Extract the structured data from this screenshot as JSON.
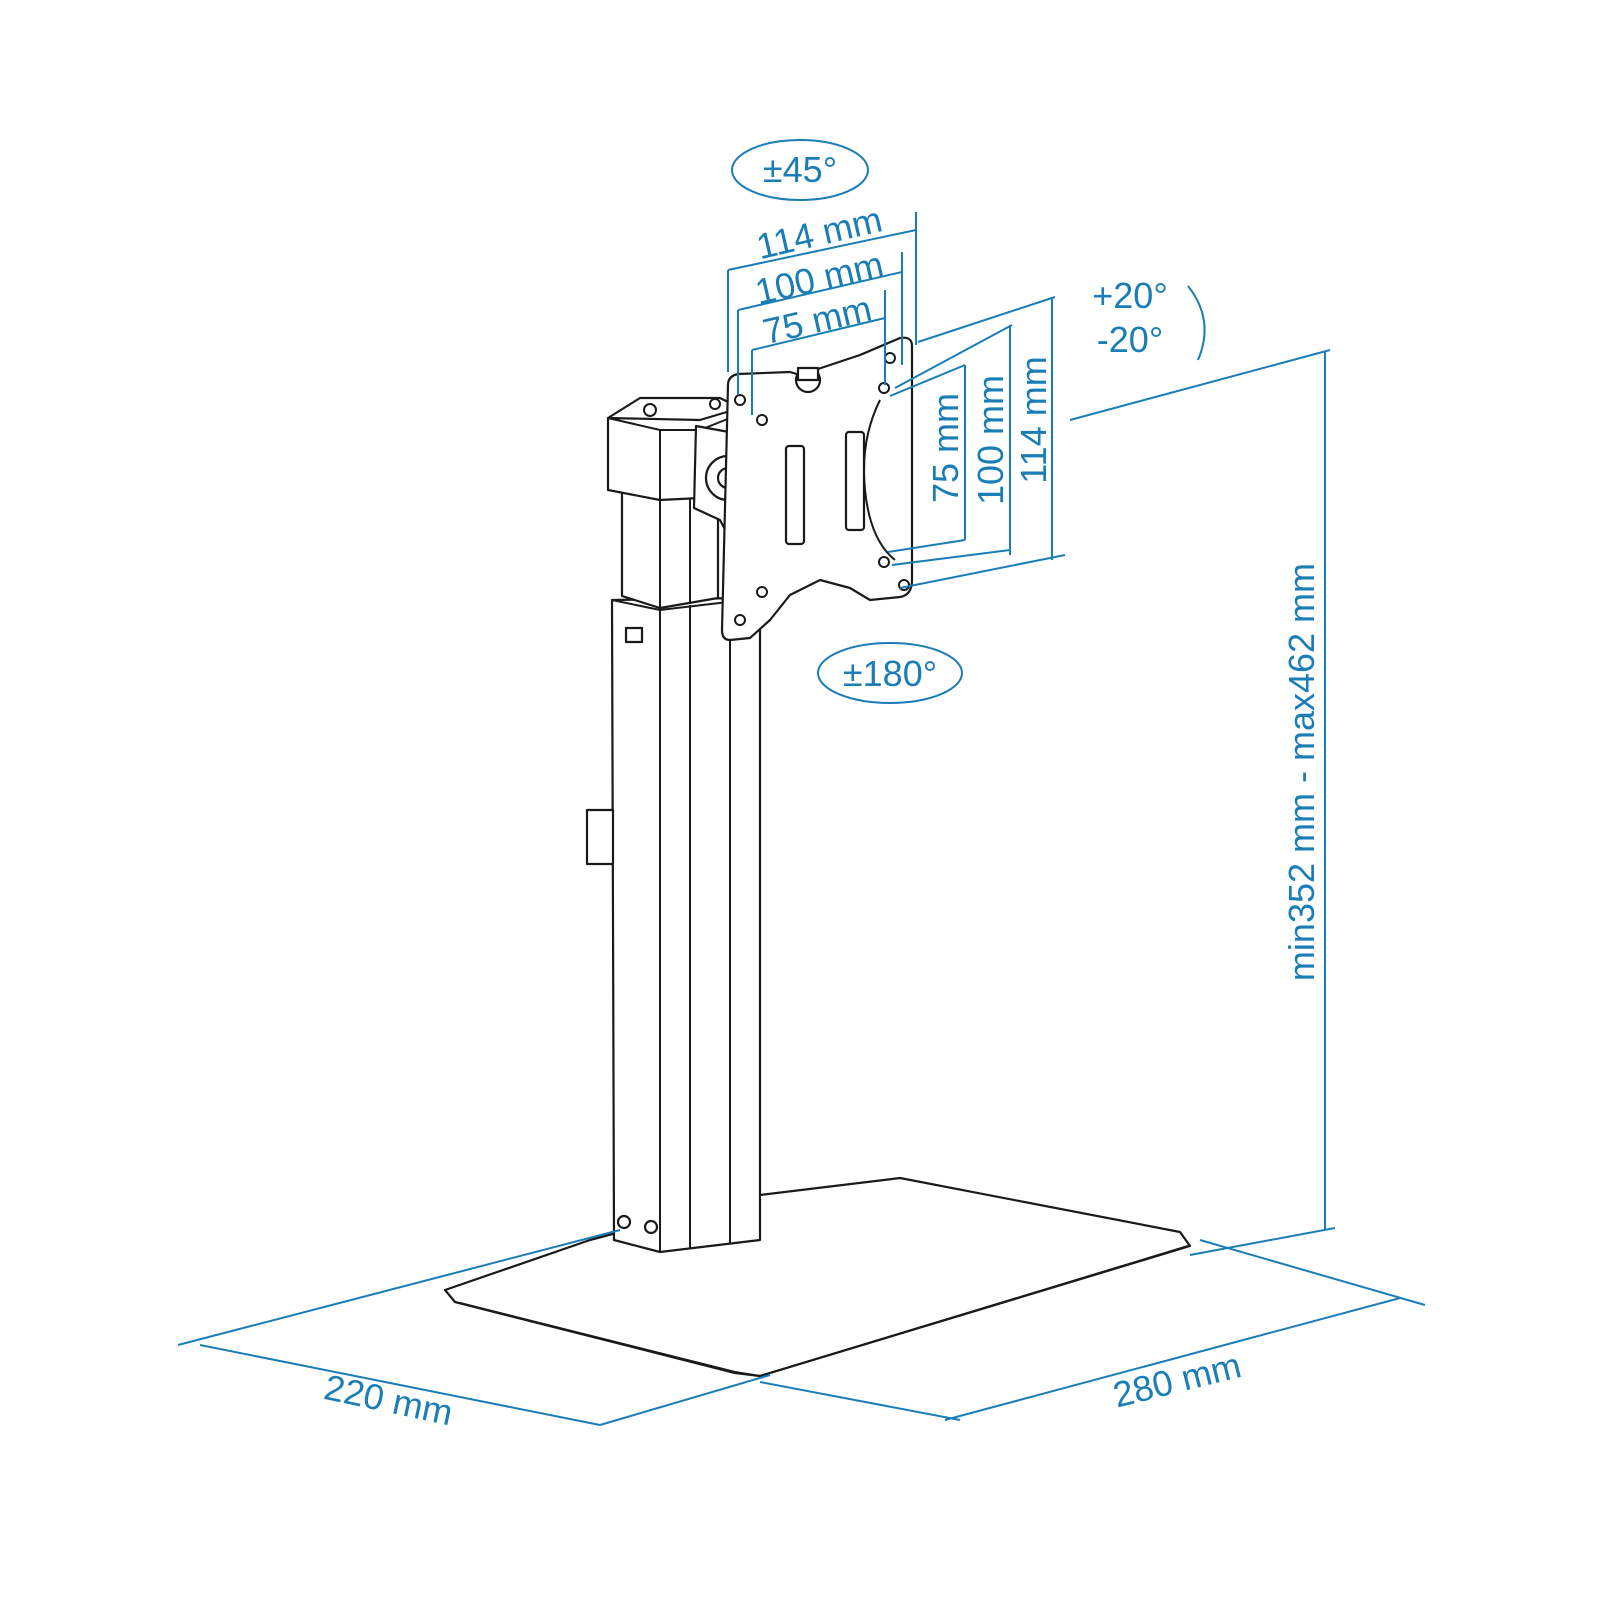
{
  "colors": {
    "dimension": "#1b7db5",
    "outline": "#1a1a1a",
    "background": "#ffffff"
  },
  "labels": {
    "swivel": "±45°",
    "vesa_w_114": "114 mm",
    "vesa_w_100": "100 mm",
    "vesa_w_75": "75 mm",
    "tilt_up": "+20°",
    "tilt_down": "-20°",
    "vesa_h_75": "75 mm",
    "vesa_h_100": "100 mm",
    "vesa_h_114": "114 mm",
    "rotation": "±180°",
    "height_range": "min352 mm - max462 mm",
    "base_depth": "220 mm",
    "base_width": "280 mm"
  }
}
